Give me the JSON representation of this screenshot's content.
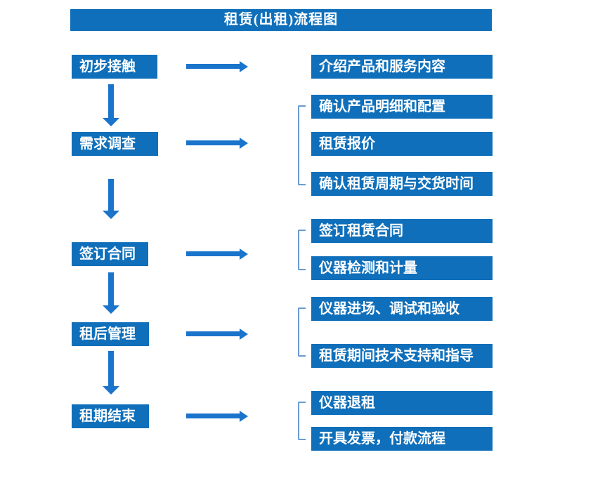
{
  "title": "租赁(出租)流程图",
  "colors": {
    "box": "#0f6fba",
    "arrow": "#1b74cb",
    "bracket": "#6b9bd2",
    "text": "#ffffff",
    "background": "#ffffff"
  },
  "flow": {
    "stages": [
      {
        "label": "初步接触",
        "details": [
          "介绍产品和服务内容"
        ]
      },
      {
        "label": "需求调查",
        "details": [
          "确认产品明细和配置",
          "租赁报价",
          "确认租赁周期与交货时间"
        ]
      },
      {
        "label": "签订合同",
        "details": [
          "签订租赁合同",
          "仪器检测和计量"
        ]
      },
      {
        "label": "租后管理",
        "details": [
          "仪器进场、调试和验收",
          "租赁期间技术支持和指导"
        ]
      },
      {
        "label": "租期结束",
        "details": [
          "仪器退租",
          "开具发票，付款流程"
        ]
      }
    ]
  }
}
